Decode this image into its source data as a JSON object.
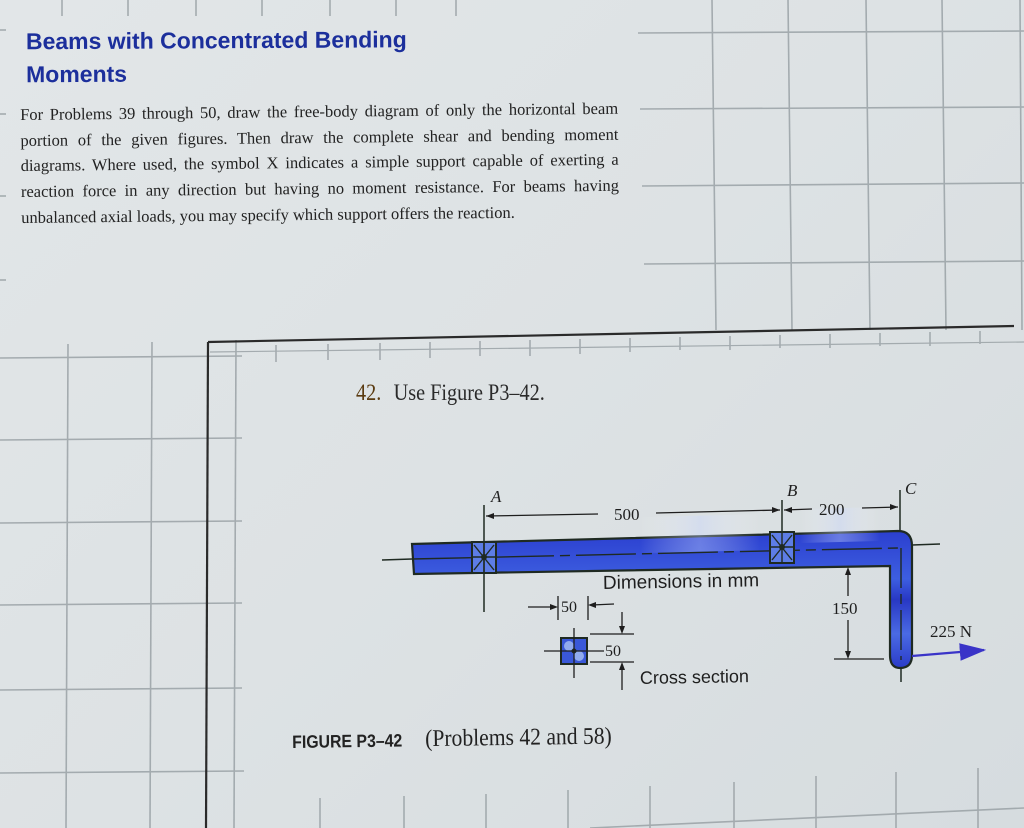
{
  "section": {
    "heading": "Beams with Concentrated Bending Moments",
    "instructions": "For Problems 39 through 50, draw the free-body diagram of only the horizontal beam portion of the given figures. Then draw the complete shear and bending moment diagrams. Where used, the symbol X indicates a simple support capable of exerting a reaction force in any direction but having no moment resistance. For beams having unbalanced axial loads, you may specify which support offers the reaction."
  },
  "problem": {
    "number": "42.",
    "text": "Use Figure P3–42."
  },
  "figure": {
    "labels": {
      "point_a": "A",
      "point_b": "B",
      "point_c": "C",
      "dim_ab": "500",
      "dim_bc": "200",
      "dim_vertical": "150",
      "units_note": "Dimensions in mm",
      "cs_width": "50",
      "cs_height": "50",
      "cross_section": "Cross section",
      "force": "225 N"
    },
    "colors": {
      "beam_fill": "#2a3fd0",
      "beam_highlight": "#7fa0ec",
      "outline": "#1f2a22",
      "force_arrow": "#3a34c8",
      "heading": "#1c2f9c"
    },
    "caption_id": "FIGURE P3–42",
    "caption_text": "(Problems 42 and 58)"
  }
}
